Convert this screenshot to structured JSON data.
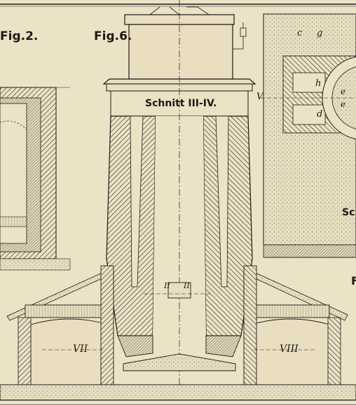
{
  "plate": {
    "figures": [
      {
        "id": "fig2",
        "caption": "Fig.2."
      },
      {
        "id": "fig6",
        "caption": "Fig.6."
      }
    ],
    "section_titles": {
      "main": "Schnitt III-IV.",
      "right_partial": "Sch",
      "right_fig_partial": "F"
    },
    "markers": {
      "left": "VII",
      "right": "VIII",
      "side_v": "V",
      "ii_left": "II",
      "ii_right": "II"
    },
    "detail_letters": [
      "c",
      "g",
      "h",
      "e",
      "e",
      "d"
    ]
  },
  "colors": {
    "paper": "#ece2c6",
    "ink": "#1d1a15",
    "stipple": "#d8cfb3",
    "hatch": "#2a241c"
  }
}
